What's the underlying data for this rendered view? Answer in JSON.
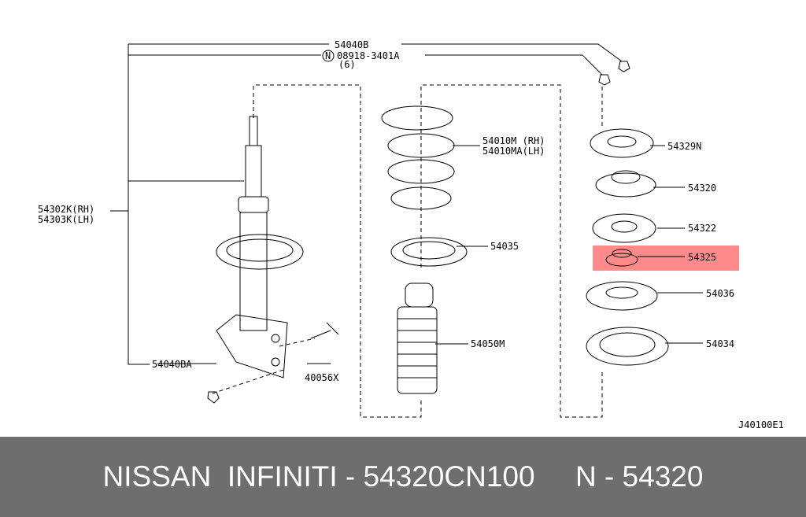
{
  "labels": {
    "p54040B": "54040B",
    "p08918": "08918-3401A",
    "qty6": "(6)",
    "nut_mark": "N",
    "p54302K": "54302K(RH)",
    "p54303K": "54303K(LH)",
    "p54010M": "54010M (RH)",
    "p54010MA": "54010MA(LH)",
    "p54035": "54035",
    "p54050M": "54050M",
    "p54040BA": "54040BA",
    "p40056X": "40056X",
    "p54329N": "54329N",
    "p54320": "54320",
    "p54322": "54322",
    "p54325": "54325",
    "p54036": "54036",
    "p54034": "54034",
    "diagram_id": "J40100E1"
  },
  "highlight_color": "#ff8a8a",
  "footer": {
    "text": "NISSAN  INFINITI - 54320CN100     N - 54320"
  }
}
